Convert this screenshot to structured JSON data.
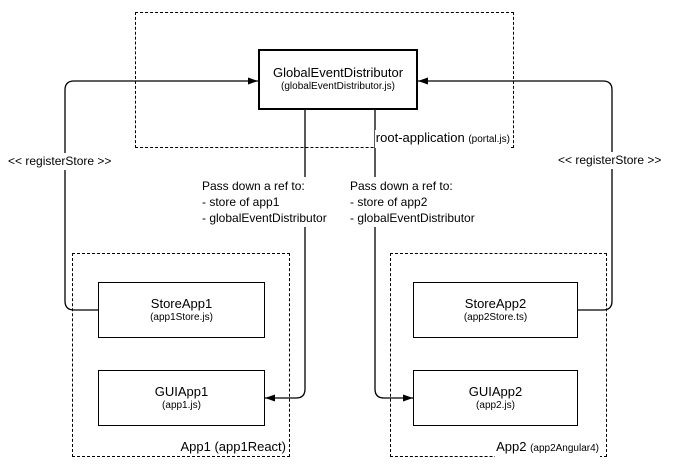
{
  "root_application": {
    "label": "root-application",
    "sublabel": "(portal.js)",
    "global_event_distributor": {
      "title": "GlobalEventDistributor",
      "subtitle": "(globalEventDistributor.js)"
    }
  },
  "connections": {
    "register_store_left": "<< registerStore >>",
    "register_store_right": "<< registerStore >>",
    "pass_down_left": {
      "line1": "Pass down a ref to:",
      "line2": "- store of app1",
      "line3": "- globalEventDistributor"
    },
    "pass_down_right": {
      "line1": "Pass down a ref to:",
      "line2": "- store of app2",
      "line3": "- globalEventDistributor"
    }
  },
  "app1": {
    "label": "App1",
    "sublabel": "(app1React)",
    "store": {
      "title": "StoreApp1",
      "subtitle": "(app1Store.js)"
    },
    "gui": {
      "title": "GUIApp1",
      "subtitle": "(app1.js)"
    }
  },
  "app2": {
    "label": "App2",
    "sublabel": "(app2Angular4)",
    "store": {
      "title": "StoreApp2",
      "subtitle": "(app2Store.ts)"
    },
    "gui": {
      "title": "GUIApp2",
      "subtitle": "(app2.js)"
    }
  },
  "colors": {
    "line": "#000000",
    "background": "#ffffff"
  }
}
